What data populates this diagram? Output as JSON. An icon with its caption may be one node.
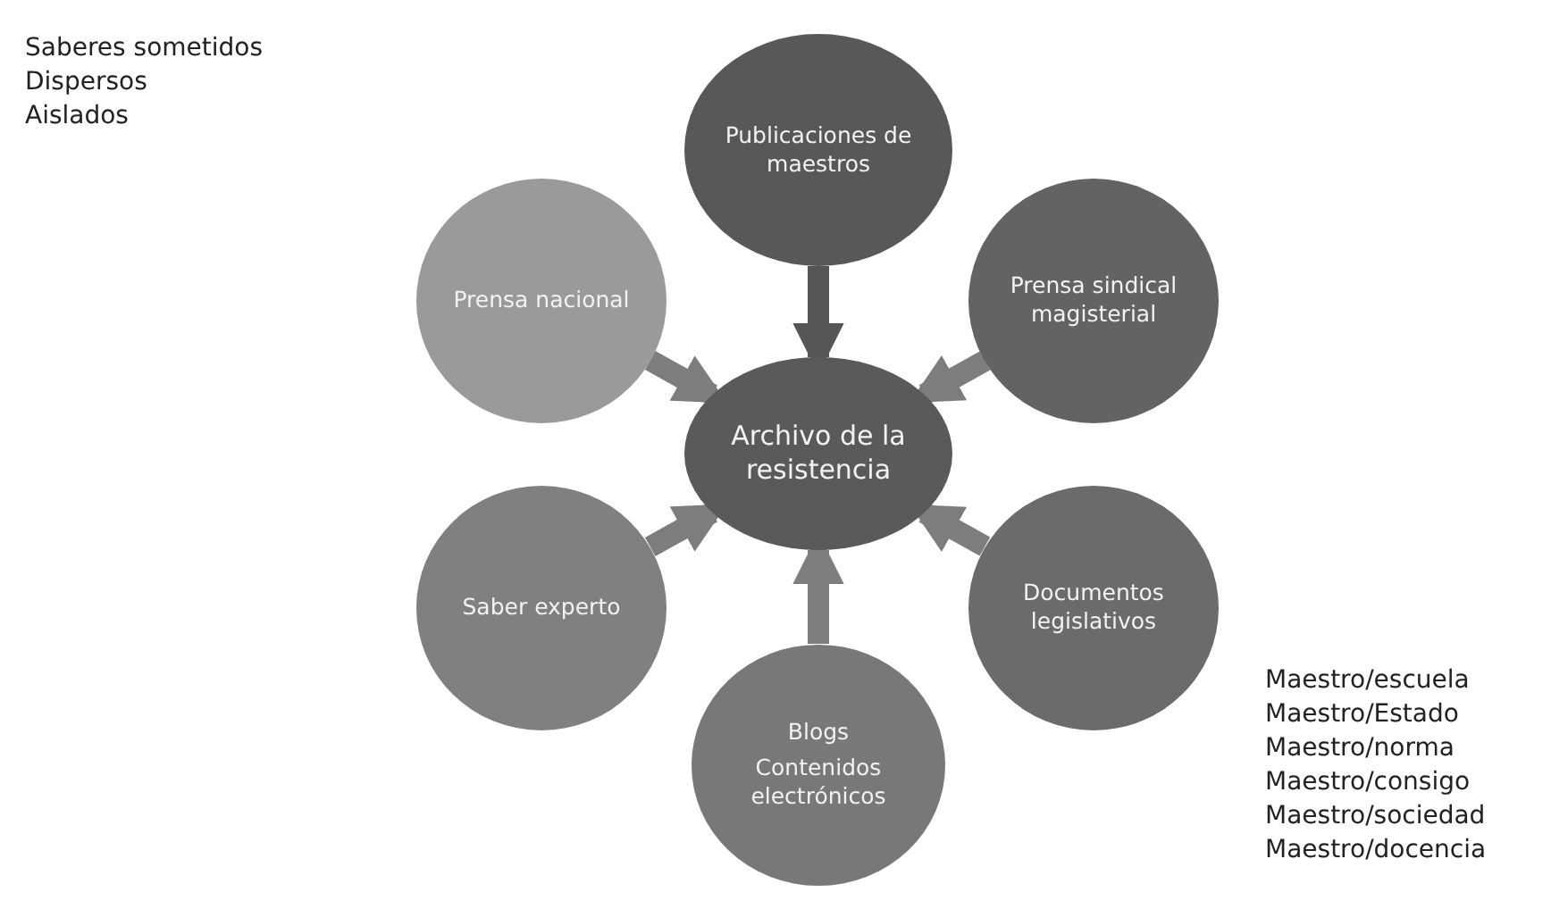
{
  "diagram": {
    "nodes": [
      {
        "text": [
          "Publicaciones de maestros"
        ]
      },
      {
        "text": [
          "Prensa nacional"
        ]
      },
      {
        "text": [
          "Archivo de la resistencia"
        ]
      },
      {
        "text": [
          "Prensa sindical magisterial"
        ]
      },
      {
        "text": [
          "Saber experto"
        ]
      },
      {
        "text": [
          "Documentos legislativos"
        ]
      },
      {
        "text": [
          "Blogs",
          "Contenidos electrónicos"
        ]
      }
    ],
    "edges": [
      {
        "from": 0,
        "to": 2,
        "arrow": "to",
        "color": "#555555"
      },
      {
        "from": 1,
        "to": 2,
        "arrow": "to"
      },
      {
        "from": 3,
        "to": 2,
        "arrow": "to"
      },
      {
        "from": 4,
        "to": 2,
        "arrow": "to"
      },
      {
        "from": 5,
        "to": 2,
        "arrow": "to"
      },
      {
        "from": 6,
        "to": 2,
        "arrow": "to"
      }
    ],
    "labels": [
      "Saberes sometidos",
      "Dispersos",
      "Aislados",
      "Maestro/escuela",
      "Maestro/Estado",
      "Maestro/norma",
      "Maestro/consigo",
      "Maestro/sociedad",
      "Maestro/docencia"
    ]
  }
}
